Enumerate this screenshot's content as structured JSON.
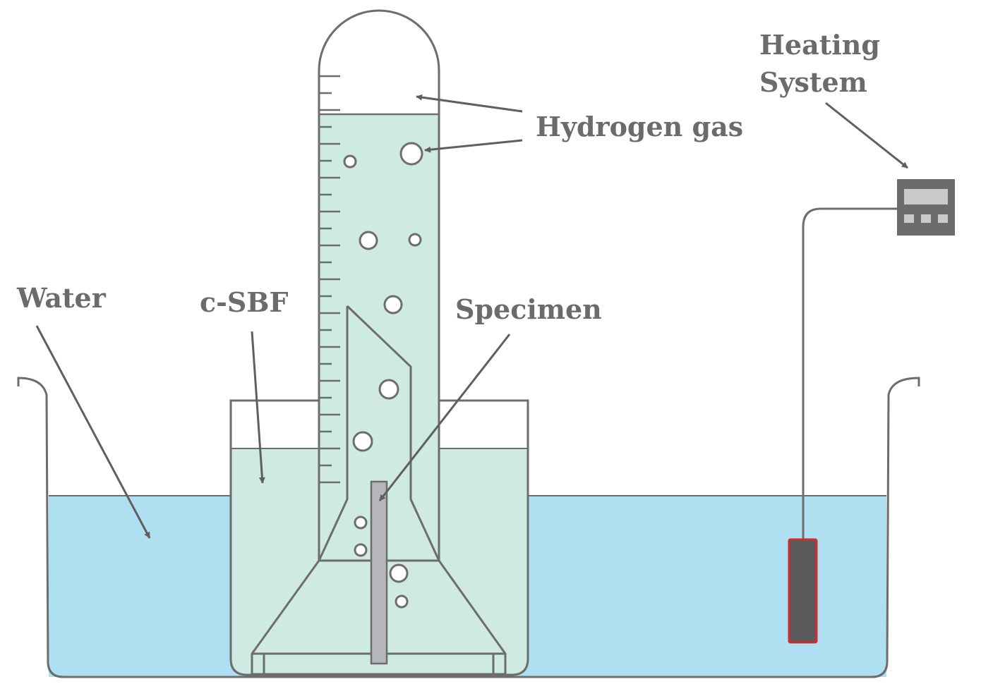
{
  "labels": {
    "water": "Water",
    "csbf": "c-SBF",
    "hydrogen": "Hydrogen gas",
    "specimen": "Specimen",
    "heating_line1": "Heating",
    "heating_line2": "System"
  },
  "colors": {
    "water": "#aee0f2",
    "csbf": "#cfeae3",
    "outline": "#6d6d6d",
    "label": "#6b6b6b",
    "specimen": "#b5b7ba",
    "heater": "#5b5b5d",
    "heater_border": "#d42a2a",
    "controller": "#6b6b6d"
  },
  "icons": {
    "controller": "temperature-controller-icon",
    "heater": "immersion-heater-icon"
  }
}
